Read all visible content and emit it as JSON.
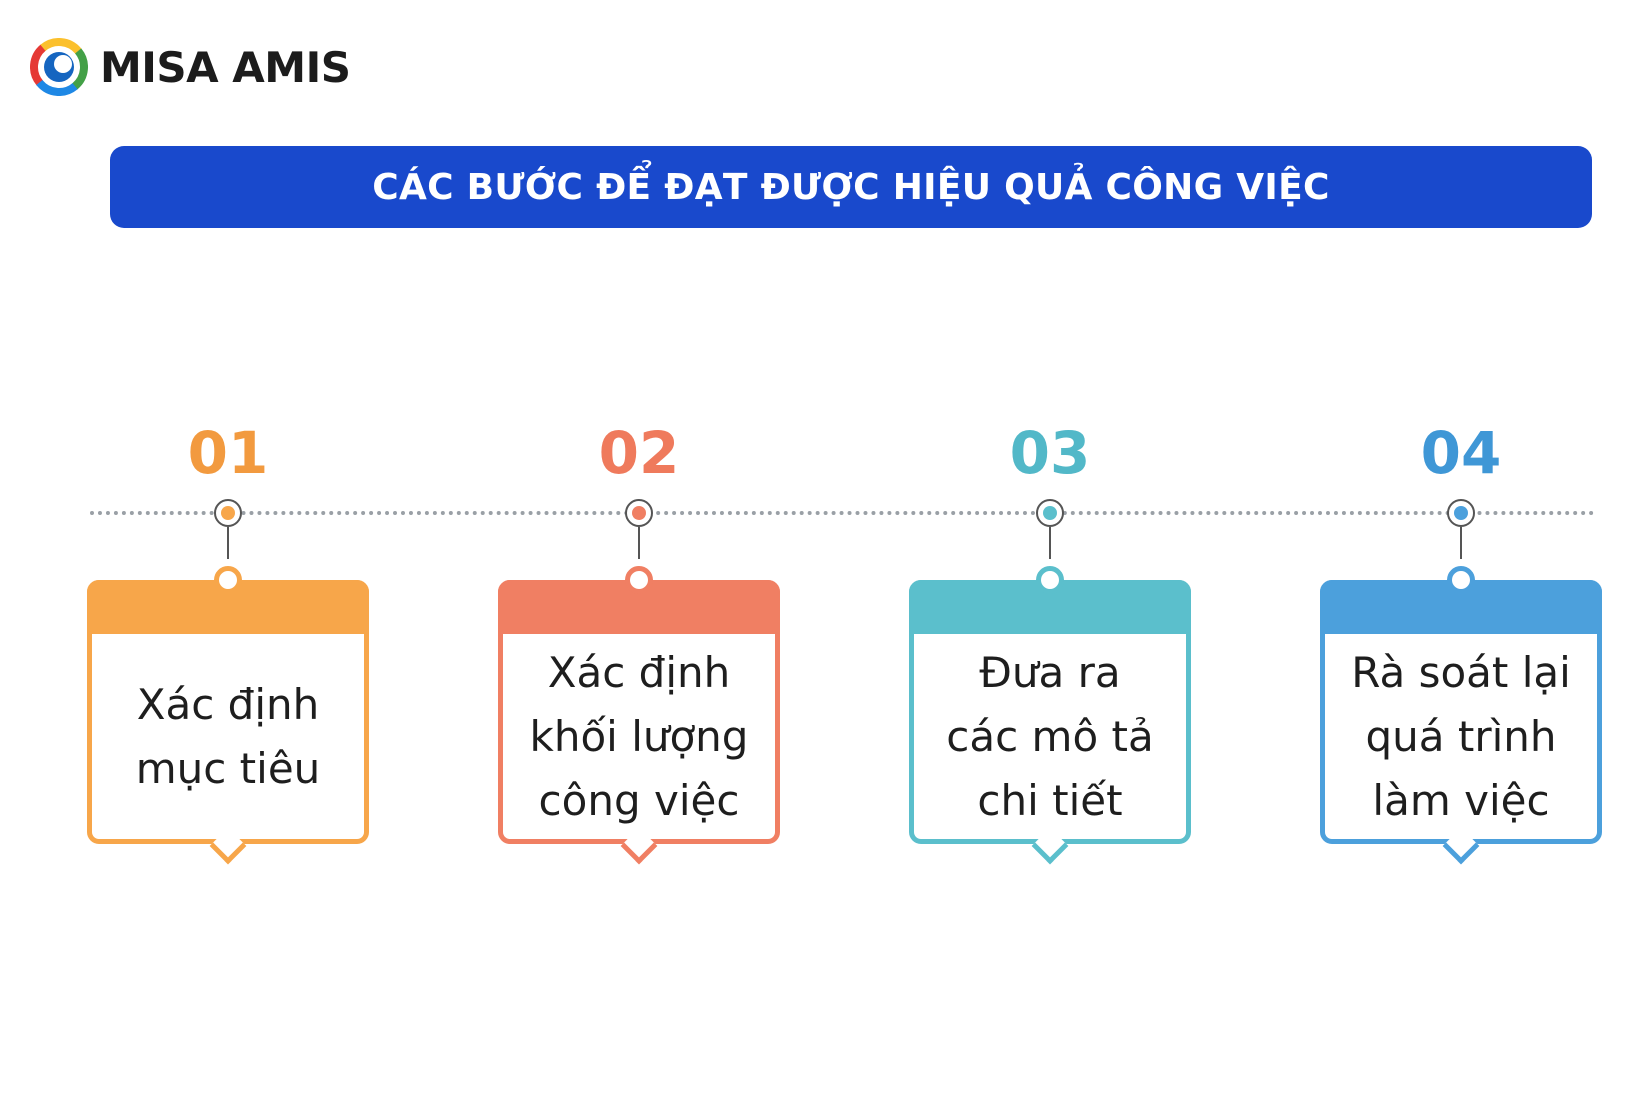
{
  "logo": {
    "text": "MISA AMIS"
  },
  "banner": {
    "title": "CÁC BƯỚC ĐỂ ĐẠT ĐƯỢC HIỆU QUẢ CÔNG VIỆC",
    "color": "#1949cc"
  },
  "steps": [
    {
      "number": "01",
      "text": "Xác định\nmục tiêu",
      "color": "#f7a64a",
      "number_color": "#f29a3f"
    },
    {
      "number": "02",
      "text": "Xác định\nkhối lượng\ncông việc",
      "color": "#f07f63",
      "number_color": "#ef7a5c"
    },
    {
      "number": "03",
      "text": "Đưa ra\ncác mô tả\nchi tiết",
      "color": "#5bbfcc",
      "number_color": "#52b8c8"
    },
    {
      "number": "04",
      "text": "Rà soát lại\nquá trình\nlàm việc",
      "color": "#4ca0dc",
      "number_color": "#3f97d6"
    }
  ]
}
